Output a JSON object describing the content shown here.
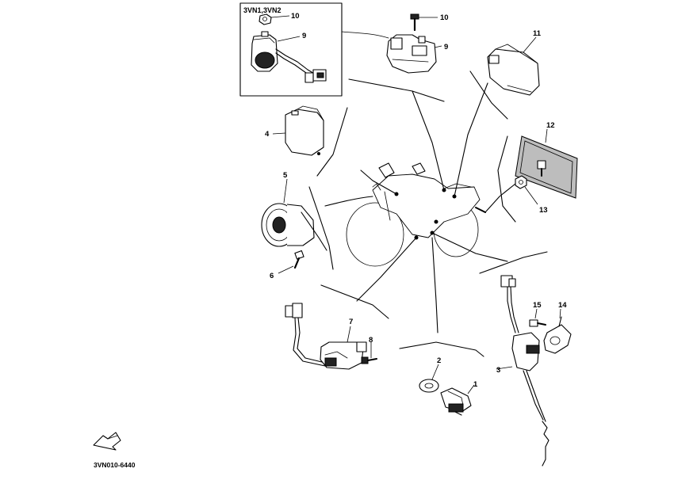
{
  "diagram": {
    "variant_box_label": "3VN1,3VN2",
    "drawing_code": "3VN010-6440",
    "callouts": {
      "inset_nut": "10",
      "inset_relay": "9",
      "bolt_top": "10",
      "relay_top": "9",
      "relay_right": "11",
      "ecu": "4",
      "horn": "5",
      "bolt_horn": "6",
      "reflector": "12",
      "nut_reflector": "13",
      "sensor": "7",
      "bolt_sensor": "8",
      "washer": "2",
      "switch": "1",
      "sidestand_switch": "3",
      "bracket": "14",
      "bolt_bracket": "15"
    }
  }
}
